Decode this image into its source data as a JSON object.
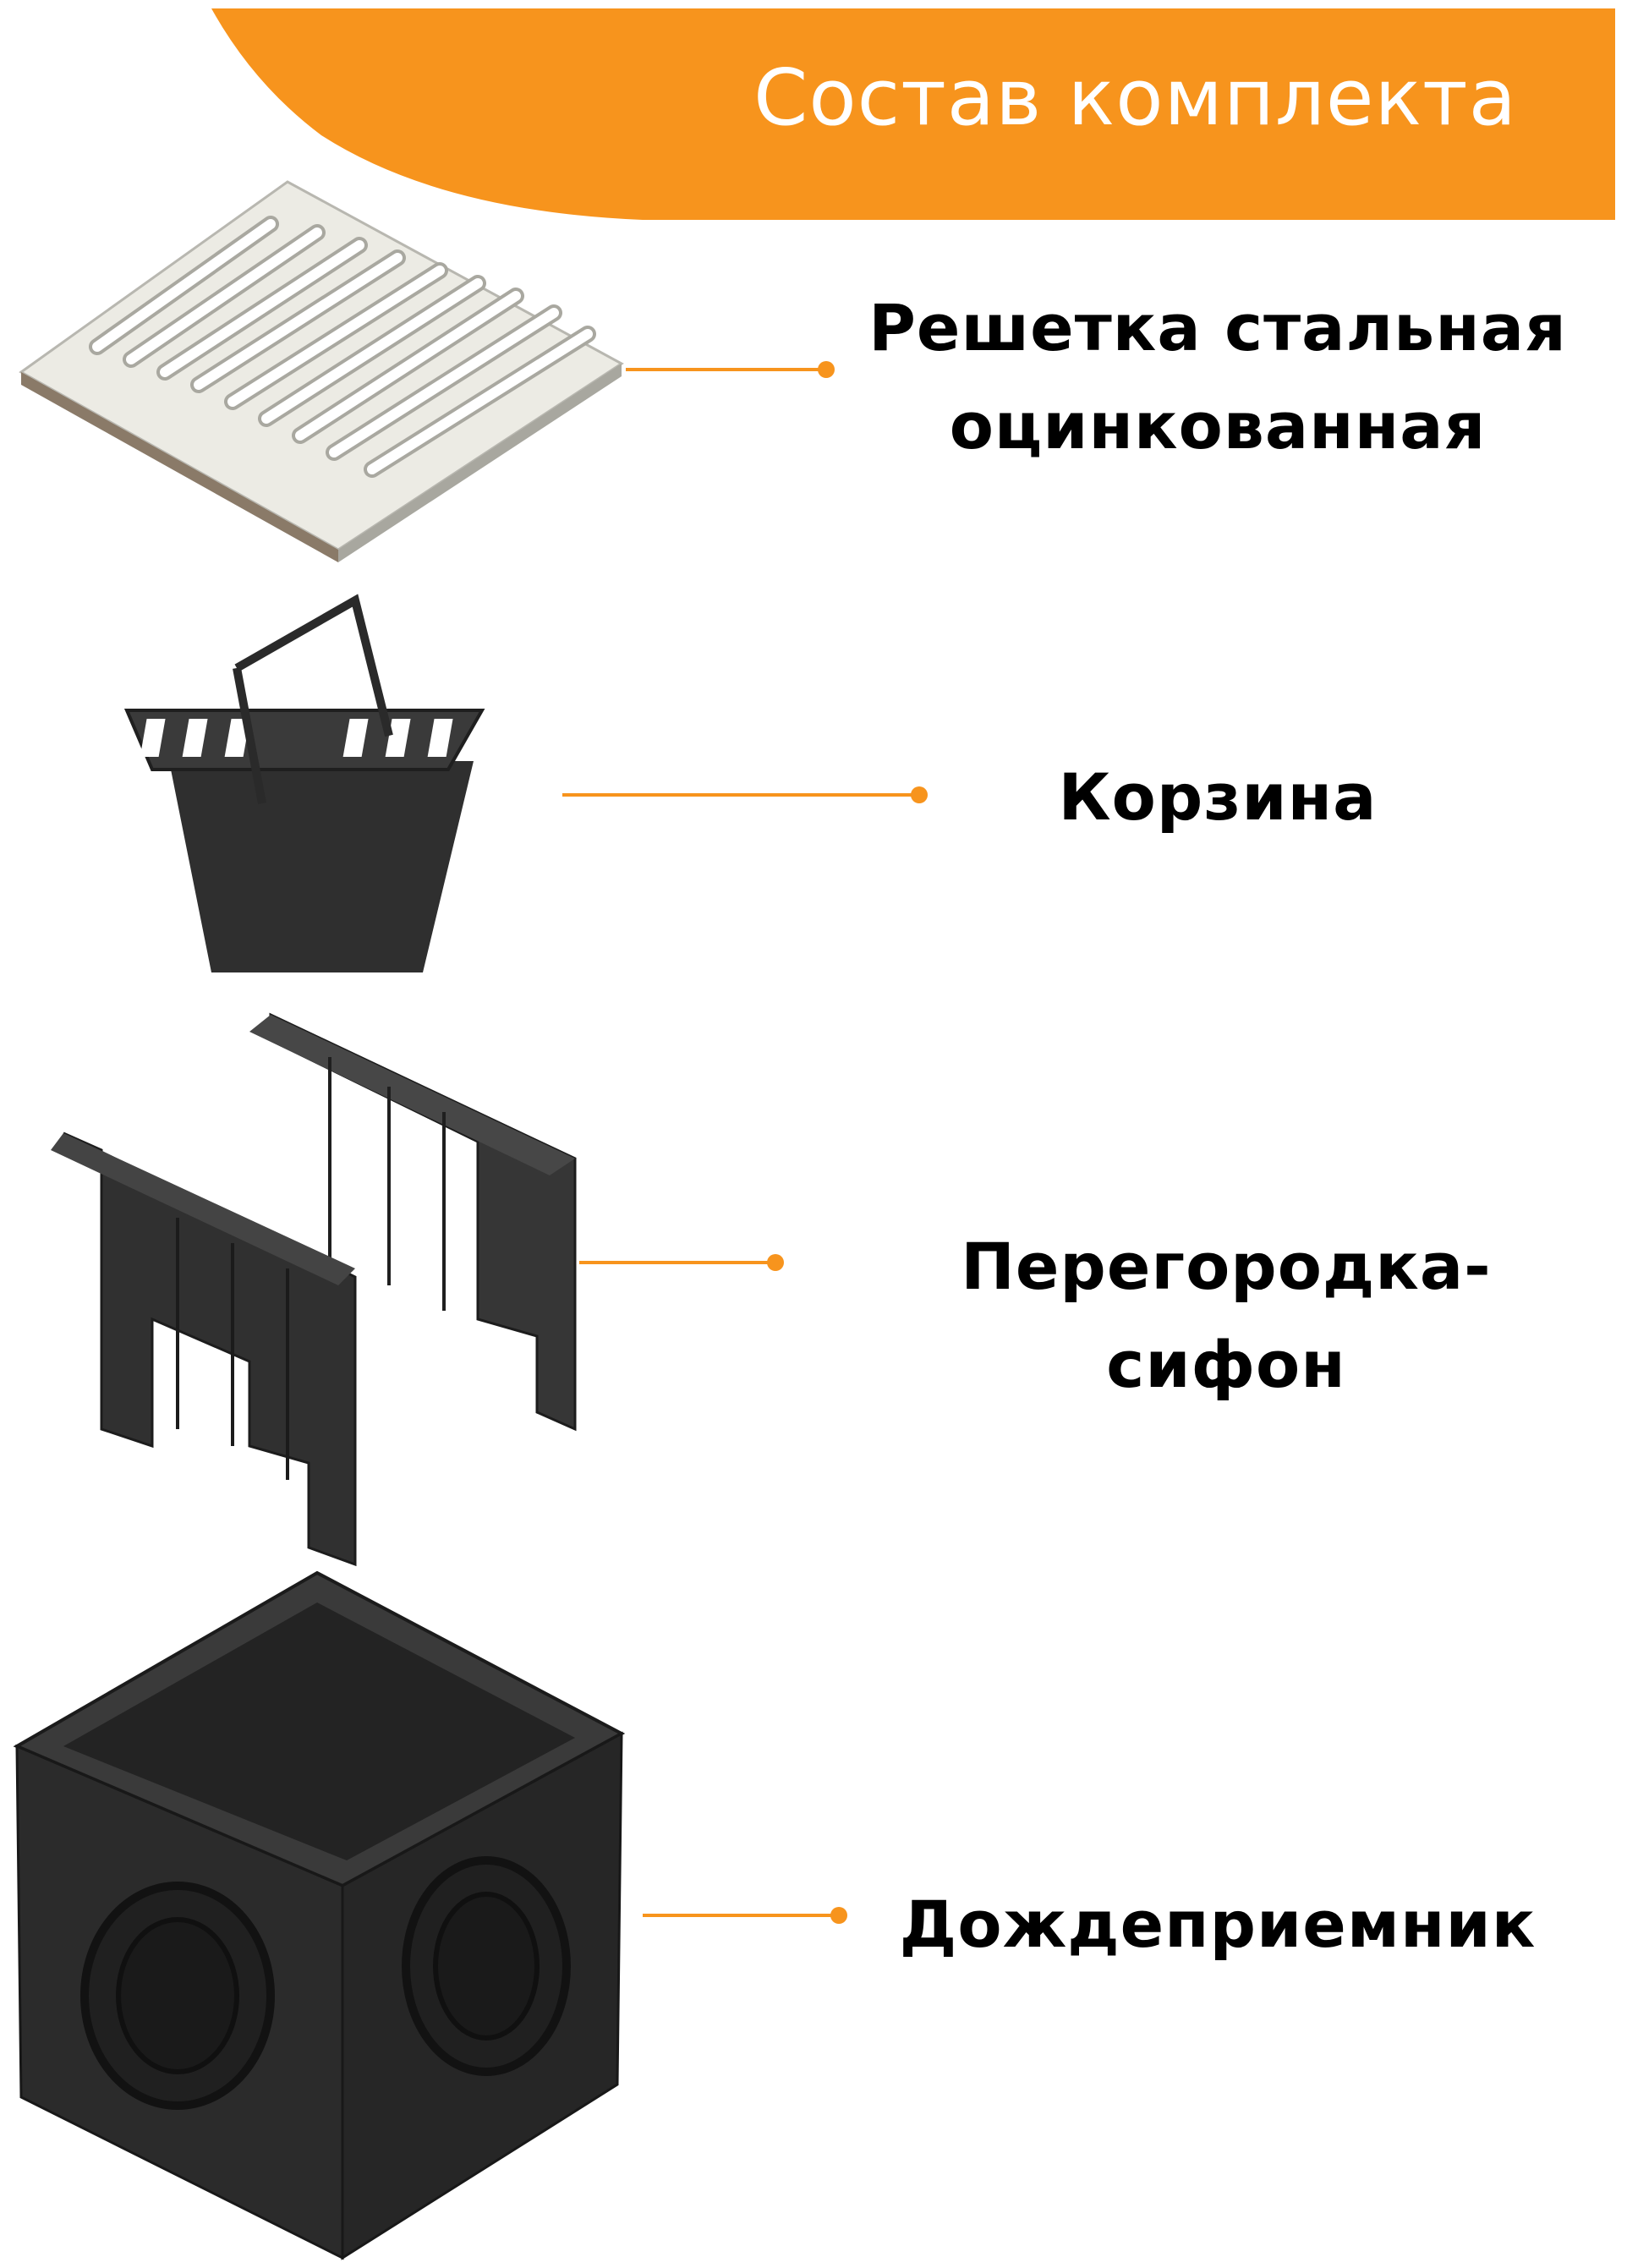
{
  "header": {
    "title": "Состав комплекта"
  },
  "items": [
    {
      "label_line1": "Решетка стальная",
      "label_line2": "оцинкованная",
      "icon": "steel-grate-icon"
    },
    {
      "label": "Корзина",
      "icon": "basket-icon"
    },
    {
      "label": "Перегородка-сифон",
      "icon": "siphon-partition-icon"
    },
    {
      "label": "Дождеприемник",
      "icon": "rain-inlet-box-icon"
    }
  ],
  "colors": {
    "accent": "#f7941d",
    "plastic_dark": "#2b2b2b",
    "plastic_mid": "#3b3b3b",
    "steel": "#ecebe4",
    "text": "#000000"
  }
}
